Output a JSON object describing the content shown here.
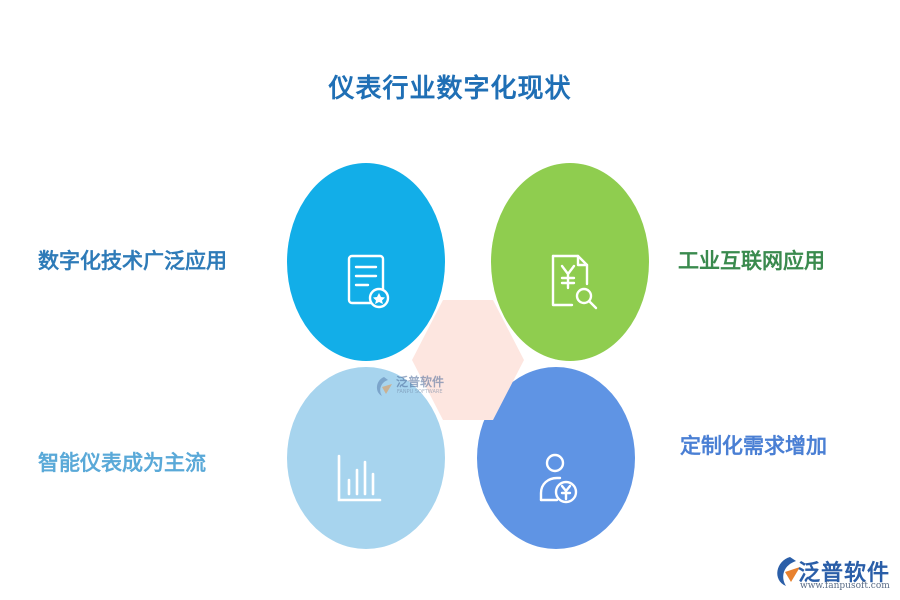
{
  "title": "仪表行业数字化现状",
  "petals": {
    "top_left": {
      "label": "数字化技术广泛应用",
      "color": "#12aee8",
      "icon": "certificate-document-icon"
    },
    "top_right": {
      "label": "工业互联网应用",
      "color": "#8fcd4f",
      "icon": "yuan-document-search-icon"
    },
    "bottom_left": {
      "label": "智能仪表成为主流",
      "color": "#a7d4ee",
      "icon": "bar-chart-icon"
    },
    "bottom_right": {
      "label": "定制化需求增加",
      "color": "#5f94e4",
      "icon": "user-yuan-icon"
    }
  },
  "center": {
    "color": "#fde6e0",
    "watermark_name": "泛普软件",
    "watermark_sub": "FANPU SOFTWARE"
  },
  "brand": {
    "name": "泛普软件",
    "url": "www.fanpusoft.com"
  }
}
